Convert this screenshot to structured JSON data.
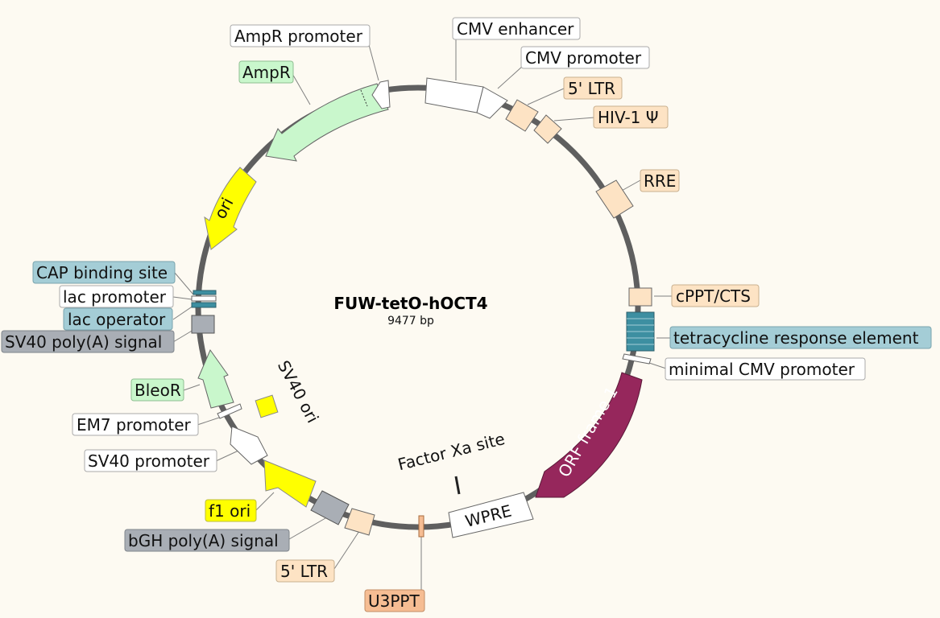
{
  "plasmid": {
    "name": "FUW-tetO-hOCT4",
    "length": "9477 bp"
  },
  "colors": {
    "backbone": "#5f5f5f",
    "ltr": "#fde3c4",
    "promoter": "#ffffff",
    "amp": "#c9f7cc",
    "ori": "#ffff00",
    "regulatory": "#a4cdd6",
    "polya": "#a9aeb5",
    "orf": "#96275c",
    "u3ppt": "#f6bd93",
    "line": "#808080"
  },
  "labels": {
    "cmv_enhancer": "CMV enhancer",
    "cmv_promoter": "CMV promoter",
    "ltr5_top": "5' LTR",
    "hiv_psi": "HIV-1 Ψ",
    "rre": "RRE",
    "cppt": "cPPT/CTS",
    "tre": "tetracycline response element",
    "min_cmv": "minimal CMV promoter",
    "orf": "ORF frame 1",
    "wpre": "WPRE",
    "factor_xa": "Factor Xa site",
    "u3ppt": "U3PPT",
    "ltr5_bottom": "5' LTR",
    "bgh": "bGH poly(A) signal",
    "f1_ori": "f1 ori",
    "sv40_promoter": "SV40 promoter",
    "em7_promoter": "EM7 promoter",
    "bleor": "BleoR",
    "sv40_ori": "SV40 ori",
    "sv40_polya": "SV40 poly(A) signal",
    "lac_operator": "lac operator",
    "lac_promoter": "lac promoter",
    "cap_site": "CAP binding site",
    "ori": "ori",
    "ampr": "AmpR",
    "ampr_promoter": "AmpR promoter"
  }
}
